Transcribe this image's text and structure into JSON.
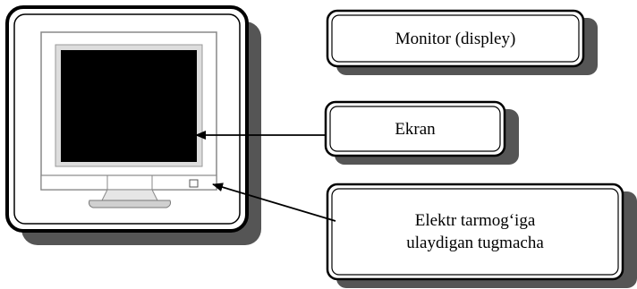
{
  "labels": {
    "monitor": "Monitor (displey)",
    "screen": "Ekran",
    "power_line1": "Elektr tarmog‘iga",
    "power_line2": "ulaydigan tugmacha"
  }
}
